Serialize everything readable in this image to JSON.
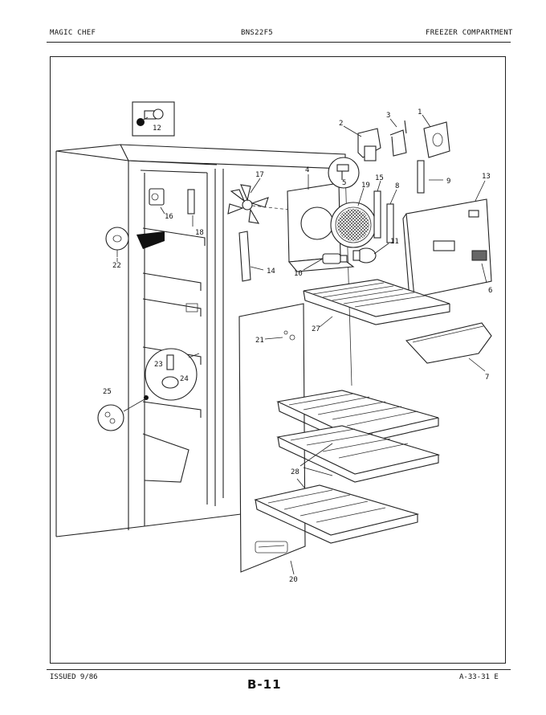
{
  "header": {
    "brand": "MAGIC CHEF",
    "model": "BNS22F5",
    "section": "FREEZER COMPARTMENT"
  },
  "footer": {
    "issued": "ISSUED 9/86",
    "page": "B-11",
    "ref": "A-33-31 E"
  },
  "callouts": [
    "1",
    "2",
    "3",
    "4",
    "5",
    "6",
    "7",
    "8",
    "9",
    "10",
    "11",
    "12",
    "13",
    "14",
    "15",
    "16",
    "17",
    "18",
    "19",
    "20",
    "21",
    "22",
    "23",
    "24",
    "25",
    "27",
    "28"
  ]
}
